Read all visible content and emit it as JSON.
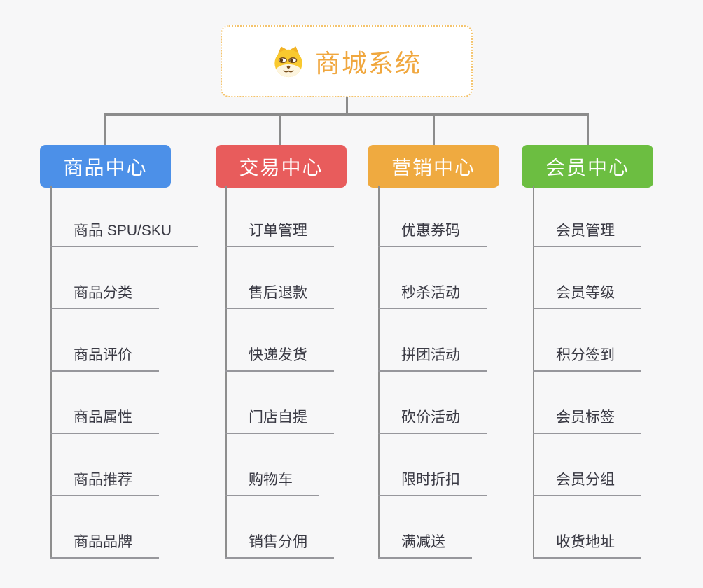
{
  "diagram": {
    "type": "mind-map",
    "background_color": "#f7f7f8",
    "connector_color": "#8c8c8c"
  },
  "root": {
    "title": "商城系统",
    "icon": "dog-face-icon",
    "text_color": "#f0a73e",
    "border_color": "#f4c36b",
    "background_color": "#ffffff"
  },
  "branches": [
    {
      "label": "商品中心",
      "color": "#4c90e8",
      "items": [
        "商品 SPU/SKU",
        "商品分类",
        "商品评价",
        "商品属性",
        "商品推荐",
        "商品品牌"
      ]
    },
    {
      "label": "交易中心",
      "color": "#e85c5c",
      "items": [
        "订单管理",
        "售后退款",
        "快递发货",
        "门店自提",
        "购物车",
        "销售分佣"
      ]
    },
    {
      "label": "营销中心",
      "color": "#efaa40",
      "items": [
        "优惠券码",
        "秒杀活动",
        "拼团活动",
        "砍价活动",
        "限时折扣",
        "满减送"
      ]
    },
    {
      "label": "会员中心",
      "color": "#6cbe41",
      "items": [
        "会员管理",
        "会员等级",
        "积分签到",
        "会员标签",
        "会员分组",
        "收货地址"
      ]
    }
  ]
}
